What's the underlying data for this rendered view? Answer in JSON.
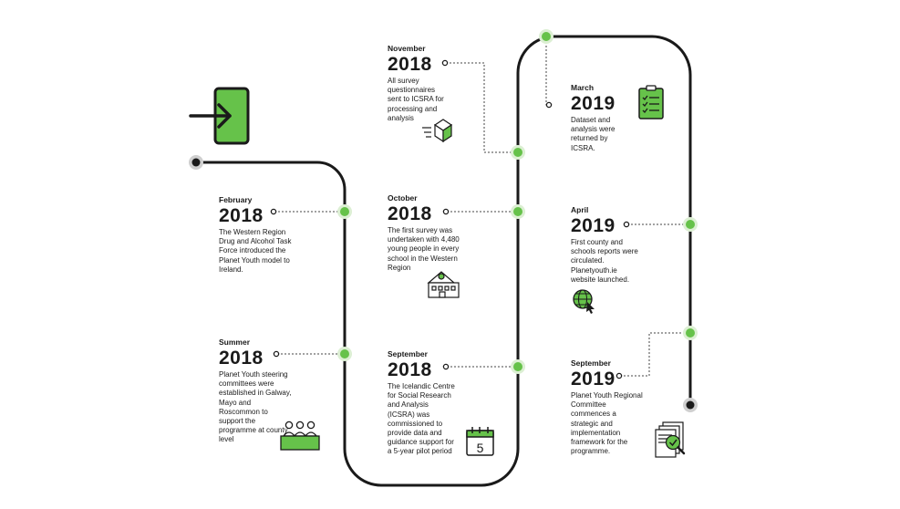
{
  "accent_color": "#66c24a",
  "line_color": "#1a1a1a",
  "start_icon": "enter-door-icon",
  "events": [
    {
      "month": "February",
      "year": "2018",
      "text": "The Western Region Drug and Alcohol Task Force introduced the Planet Youth model to Ireland.",
      "icon": ""
    },
    {
      "month": "Summer",
      "year": "2018",
      "text": "Planet Youth steering committees were established in Galway, Mayo and Roscommon to support the programme at county level",
      "icon": "committee-meeting-icon"
    },
    {
      "month": "September",
      "year": "2018",
      "text": "The Icelandic Centre for Social Research and Analysis (ICSRA) was commissioned to provide data and guidance support for a 5-year pilot period",
      "icon": "calendar-icon",
      "icon_text": "5"
    },
    {
      "month": "October",
      "year": "2018",
      "text": "The first survey was undertaken with 4,480 young people in every school in the Western Region",
      "icon": "school-building-icon"
    },
    {
      "month": "November",
      "year": "2018",
      "text": "All survey questionnaires sent to ICSRA for processing and analysis",
      "icon": "delivery-box-icon"
    },
    {
      "month": "March",
      "year": "2019",
      "text": "Dataset and analysis were returned by ICSRA.",
      "icon": "clipboard-checklist-icon"
    },
    {
      "month": "April",
      "year": "2019",
      "text": "First county and schools reports were circulated. Planetyouth.ie website launched.",
      "icon": "globe-cursor-icon"
    },
    {
      "month": "September",
      "year": "2019",
      "text": "Planet Youth Regional Committee commences a strategic and implementation framework for the programme.",
      "icon": "document-review-icon"
    }
  ]
}
